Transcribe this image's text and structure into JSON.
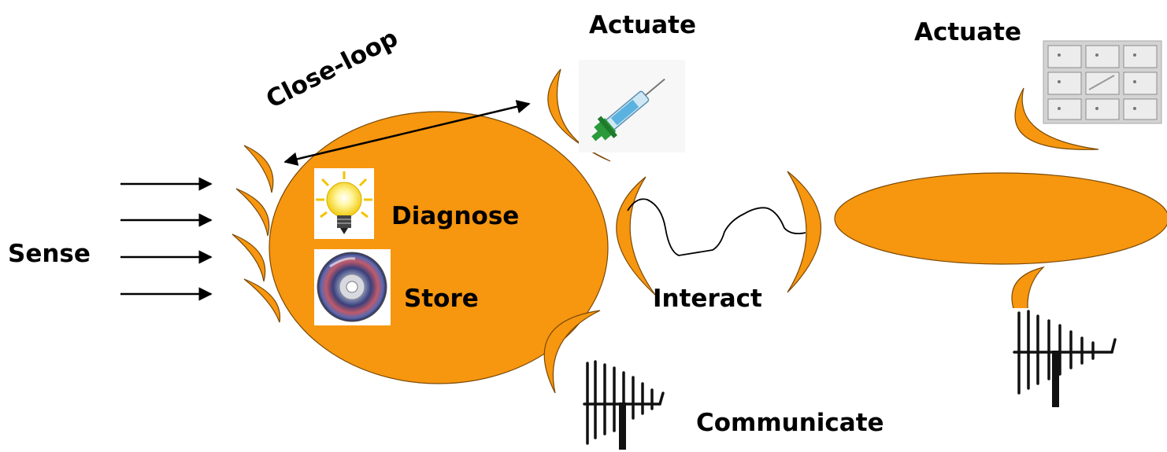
{
  "labels": {
    "close_loop": "Close-loop",
    "actuate_left": "Actuate",
    "actuate_right": "Actuate",
    "sense": "Sense",
    "diagnose": "Diagnose",
    "store": "Store",
    "interact": "Interact",
    "communicate": "Communicate"
  },
  "images": {
    "bulb": "light-bulb",
    "disc": "compact-disc",
    "syringe": "syringe",
    "chip": "microchip-array",
    "antenna_left": "antenna",
    "antenna_right": "antenna"
  },
  "colors": {
    "cell": "#f7960f",
    "cell_outline": "#7a4a06",
    "line": "#000000"
  }
}
